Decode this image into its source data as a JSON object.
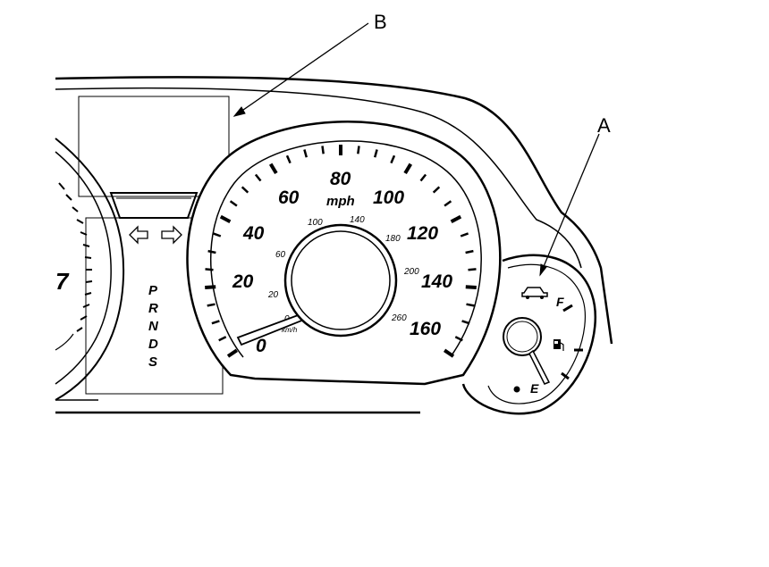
{
  "callouts": {
    "a": "A",
    "b": "B"
  },
  "speedometer": {
    "unit_primary": "mph",
    "unit_secondary": "km/h",
    "mph_scale": [
      "0",
      "20",
      "40",
      "60",
      "80",
      "100",
      "120",
      "140",
      "160"
    ],
    "kmh_scale": [
      "0",
      "20",
      "60",
      "100",
      "140",
      "180",
      "200",
      "260"
    ]
  },
  "tachometer": {
    "partial_digit": "7"
  },
  "gear_indicator": {
    "letters": [
      "P",
      "R",
      "N",
      "D",
      "S"
    ]
  },
  "fuel_gauge": {
    "full_label": "F",
    "empty_label": "E",
    "icons": [
      "fuel-pump-icon",
      "car-icon"
    ]
  }
}
